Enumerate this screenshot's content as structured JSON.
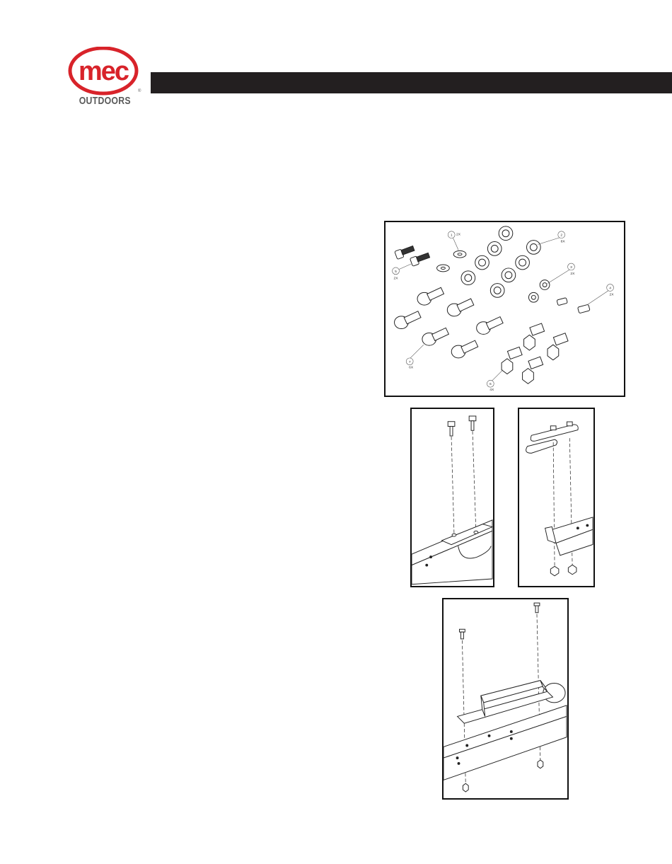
{
  "brand": {
    "logo_text": "mec",
    "subtitle": "OUTDOORS",
    "registered_mark": "®",
    "logo_color": "#d8232a",
    "subtitle_color": "#5a5a5a"
  },
  "header_bar_color": "#231f20",
  "parts_panel": {
    "callouts": [
      {
        "number": "1",
        "qty": "2X"
      },
      {
        "number": "2",
        "qty": "8X"
      },
      {
        "number": "3",
        "qty": "2X"
      },
      {
        "number": "4",
        "qty": "2X"
      },
      {
        "number": "5",
        "qty": "2X"
      },
      {
        "number": "6",
        "qty": "4X"
      },
      {
        "number": "7",
        "qty": "6X"
      }
    ]
  }
}
